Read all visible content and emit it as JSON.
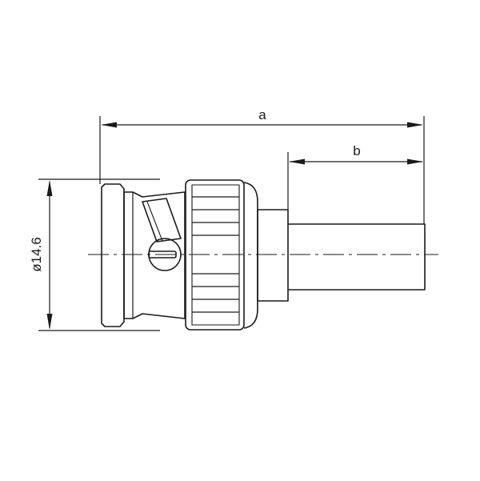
{
  "drawing": {
    "dimension_a": "a",
    "dimension_b": "b",
    "diameter_label": "ø14.6"
  },
  "colors": {
    "line": "#1a1a1a",
    "background": "#ffffff"
  }
}
